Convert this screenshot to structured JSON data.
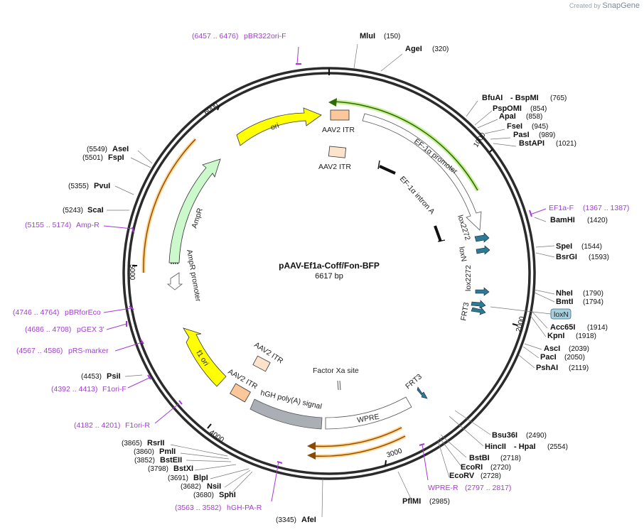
{
  "credit": {
    "prefix": "Created by",
    "brand": "SnapGene"
  },
  "plasmid": {
    "name": "pAAV-Ef1a-Coff/Fon-BFP",
    "size": "6617 bp",
    "length": 6617
  },
  "ticks": [
    "1000",
    "2000",
    "3000",
    "4000",
    "5000",
    "6000"
  ],
  "enzymes": [
    {
      "name": "MluI",
      "pos": "(150)"
    },
    {
      "name": "AgeI",
      "pos": "(320)"
    },
    {
      "name": "BfuAI",
      "pos": "",
      "extra": "- BspMI",
      "extra_pos": "(765)"
    },
    {
      "name": "PspOMI",
      "pos": "(854)"
    },
    {
      "name": "ApaI",
      "pos": "(858)"
    },
    {
      "name": "FseI",
      "pos": "(945)"
    },
    {
      "name": "PasI",
      "pos": "(989)"
    },
    {
      "name": "BstAPI",
      "pos": "(1021)"
    },
    {
      "name": "BamHI",
      "pos": "(1420)"
    },
    {
      "name": "SpeI",
      "pos": "(1544)"
    },
    {
      "name": "BsrGI",
      "pos": "(1593)"
    },
    {
      "name": "NheI",
      "pos": "(1790)"
    },
    {
      "name": "BmtI",
      "pos": "(1794)"
    },
    {
      "name": "Acc65I",
      "pos": "(1914)"
    },
    {
      "name": "KpnI",
      "pos": "(1918)"
    },
    {
      "name": "AscI",
      "pos": "(2039)"
    },
    {
      "name": "PacI",
      "pos": "(2050)"
    },
    {
      "name": "PshAI",
      "pos": "(2119)"
    },
    {
      "name": "Bsu36I",
      "pos": "(2490)"
    },
    {
      "name": "HincII",
      "pos": "",
      "extra": "- HpaI",
      "extra_pos": "(2554)"
    },
    {
      "name": "BstBI",
      "pos": "(2718)"
    },
    {
      "name": "EcoRI",
      "pos": "(2720)"
    },
    {
      "name": "EcoRV",
      "pos": "(2728)"
    },
    {
      "name": "PflMI",
      "pos": "(2985)"
    },
    {
      "name": "AfeI",
      "pos": "(3345)"
    },
    {
      "name": "SphI",
      "pos": "(3680)"
    },
    {
      "name": "NsiI",
      "pos": "(3682)"
    },
    {
      "name": "BlpI",
      "pos": "(3691)"
    },
    {
      "name": "BstXI",
      "pos": "(3798)"
    },
    {
      "name": "BstEII",
      "pos": "(3852)"
    },
    {
      "name": "PmlI",
      "pos": "(3860)"
    },
    {
      "name": "RsrII",
      "pos": "(3865)"
    },
    {
      "name": "PsiI",
      "pos": "(4453)"
    },
    {
      "name": "ScaI",
      "pos": "(5243)"
    },
    {
      "name": "PvuI",
      "pos": "(5355)"
    },
    {
      "name": "FspI",
      "pos": "(5501)"
    },
    {
      "name": "AseI",
      "pos": "(5549)"
    }
  ],
  "primers": [
    {
      "range": "(6457 .. 6476)",
      "name": "pBR322ori-F"
    },
    {
      "range": "(1367 .. 1387)",
      "name": "EF1a-F"
    },
    {
      "range": "(5155 .. 5174)",
      "name": "Amp-R"
    },
    {
      "range": "(4746 .. 4764)",
      "name": "pBRforEco"
    },
    {
      "range": "(4686 .. 4708)",
      "name": "pGEX 3'"
    },
    {
      "range": "(4567 .. 4586)",
      "name": "pRS-marker"
    },
    {
      "range": "(4392 .. 4413)",
      "name": "F1ori-F"
    },
    {
      "range": "(4182 .. 4201)",
      "name": "F1ori-R"
    },
    {
      "range": "(2797 .. 2817)",
      "name": "WPRE-R"
    },
    {
      "range": "(3563 .. 3582)",
      "name": "hGH-PA-R"
    }
  ],
  "features": {
    "ori": "ori",
    "aav2_itr_top": "AAV2 ITR",
    "aav2_itr_top2": "AAV2 ITR",
    "ef1a_promoter": "EF-1α promoter",
    "ef1a_intron": "EF-1α intron A",
    "lox2272_a": "lox2272",
    "loxn_a": "loxN",
    "lox2272_b": "lox2272",
    "frt3_a": "FRT3",
    "loxn_box": "loxN",
    "frt3_b": "FRT3",
    "wpre": "WPRE",
    "factor_xa": "Factor Xa site",
    "hgh_polya": "hGH poly(A) signal",
    "aav2_itr_bottom": "AAV2 ITR",
    "aav2_itr_bottom2": "AAV2 ITR",
    "f1_ori": "f1 ori",
    "ampr": "AmpR",
    "ampr_promoter": "AmpR promoter"
  }
}
